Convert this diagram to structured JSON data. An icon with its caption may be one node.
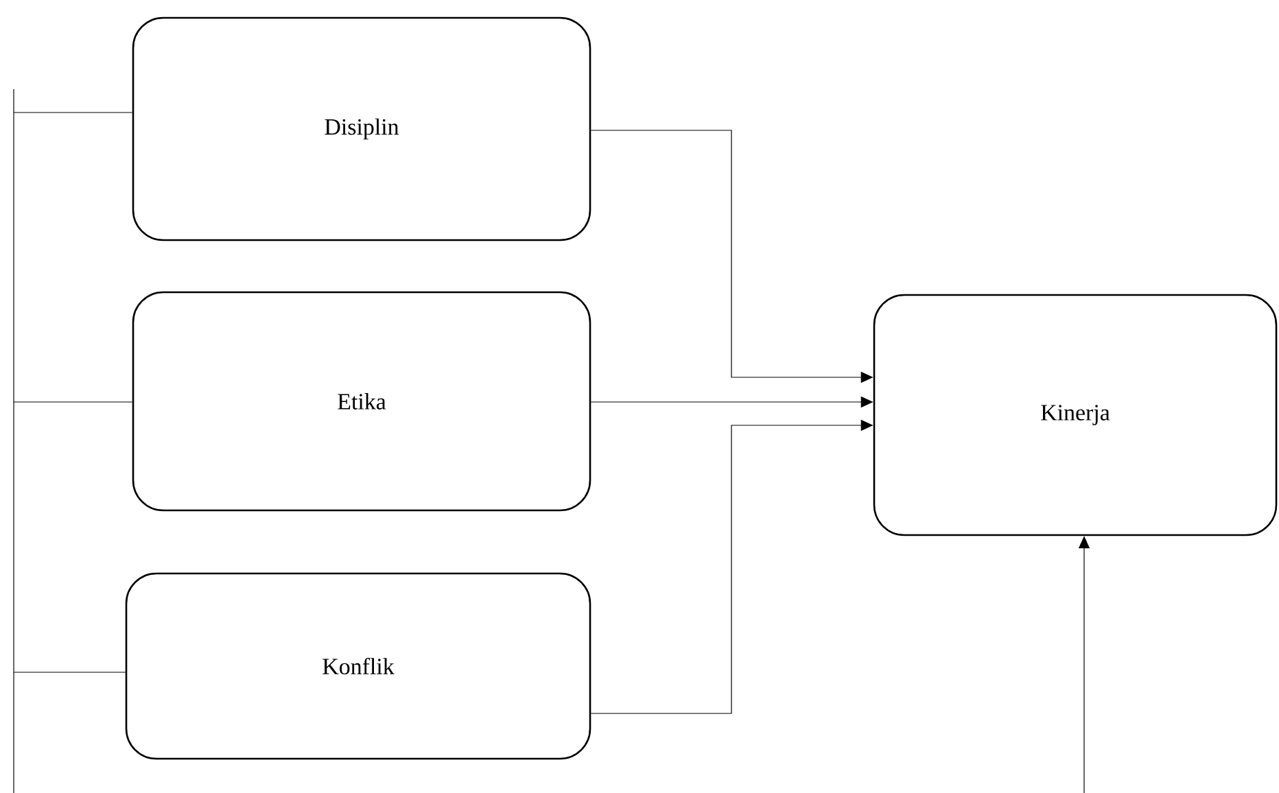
{
  "diagram": {
    "nodes": [
      {
        "text": [
          "Disiplin"
        ]
      },
      {
        "text": [
          "Etika"
        ]
      },
      {
        "text": [
          "Konflik"
        ]
      },
      {
        "text": [
          "Kinerja"
        ]
      }
    ],
    "edges": [
      {
        "from": 0,
        "to": 3,
        "arrow": "to"
      },
      {
        "from": 1,
        "to": 3,
        "arrow": "to"
      },
      {
        "from": 2,
        "to": 3,
        "arrow": "to"
      },
      {
        "from": null,
        "to": 3,
        "arrow": "to"
      },
      {
        "from": 0,
        "to": null,
        "arrow": "none"
      },
      {
        "from": 1,
        "to": null,
        "arrow": "none"
      },
      {
        "from": 2,
        "to": null,
        "arrow": "none"
      }
    ]
  }
}
